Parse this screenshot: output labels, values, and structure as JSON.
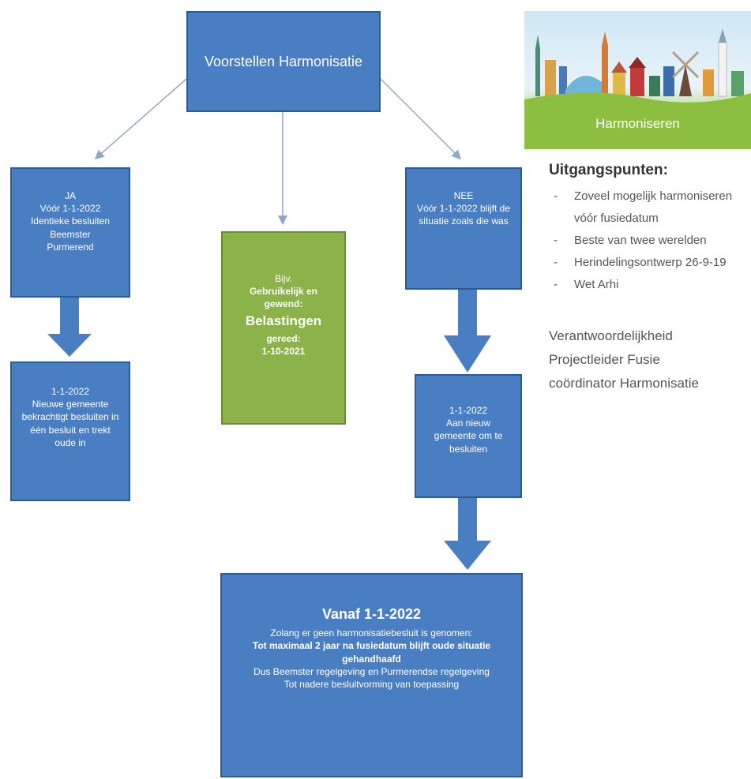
{
  "flow": {
    "top": "Voorstellen Harmonisatie",
    "ja": [
      "JA",
      "Vóór 1-1-2022",
      "Identieke besluiten",
      "Beemster",
      "Purmerend"
    ],
    "ja_next": [
      "1-1-2022",
      "Nieuwe gemeente",
      "bekrachtigt besluiten in",
      "één besluit en trekt",
      "oude in"
    ],
    "mid": {
      "line1": "Bijv.",
      "line2": "Gebruikelijk en",
      "line3": "gewend:",
      "big": "Belastingen",
      "line4": "gereed:",
      "line5": "1-10-2021"
    },
    "nee": [
      "NEE",
      "Vóór 1-1-2022 blijft de",
      "situatie zoals die was"
    ],
    "nee_next": [
      "1-1-2022",
      "Aan nieuw",
      "gemeente om te",
      "besluiten"
    ],
    "vanaf": {
      "title": "Vanaf 1-1-2022",
      "line1": "Zolang er geen harmonisatiebesluit is genomen:",
      "line2": "Tot maximaal 2 jaar na fusiedatum blijft oude situatie",
      "line3": "gehandhaafd",
      "line4": "Dus Beemster regelgeving en Purmerendse regelgeving",
      "line5": "Tot nadere besluitvorming van toepassing"
    }
  },
  "banner": {
    "label": "Harmoniseren"
  },
  "uitgangspunten": {
    "title": "Uitgangspunten:",
    "items": [
      "Zoveel mogelijk harmoniseren vóór fusiedatum",
      "Beste van twee werelden",
      "Herindelingsontwerp 26-9-19",
      "Wet Arhi"
    ]
  },
  "verantwoordelijkheid": [
    "Verantwoordelijkheid",
    "Projectleider Fusie",
    "coördinator Harmonisatie"
  ],
  "colors": {
    "box": "#4a7ec2",
    "green": "#8cb24a",
    "arrow": "#4a7ec2"
  }
}
